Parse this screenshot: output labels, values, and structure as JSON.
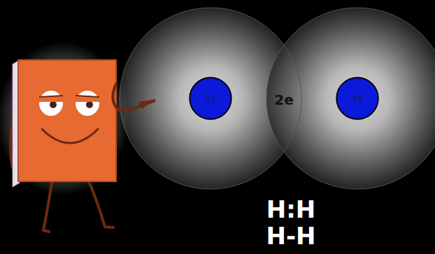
{
  "diagram": {
    "nodes": [
      {
        "text": [
          "+1"
        ]
      },
      {
        "text": [
          "+1"
        ]
      }
    ],
    "labels": [
      "2e",
      "H:H",
      "H-H"
    ]
  }
}
